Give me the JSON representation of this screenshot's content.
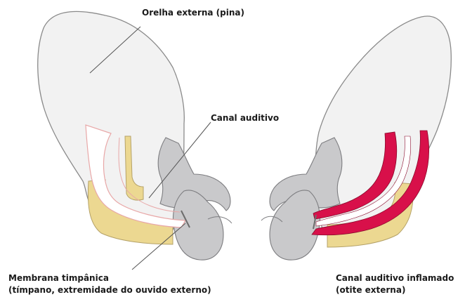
{
  "labels": {
    "pinna": "Orelha externa (pina)",
    "canal": "Canal auditivo",
    "membrane_title": "Membrana timpânica",
    "membrane_note": "(tímpano, extremidade do ouvido externo)",
    "inflamed_title": "Canal auditivo inflamado",
    "inflamed_note": "(otite externa)"
  },
  "colors": {
    "pinna_fill": "#f2f2f2",
    "outline": "#8a8a8a",
    "bone_fill": "#c9c9cb",
    "cartilage_fill": "#ecd891",
    "canal_fill": "#ffffff",
    "canal_outline": "#e8a7a7",
    "inflamed_fill": "#d8104a",
    "leader_line": "#555555"
  }
}
